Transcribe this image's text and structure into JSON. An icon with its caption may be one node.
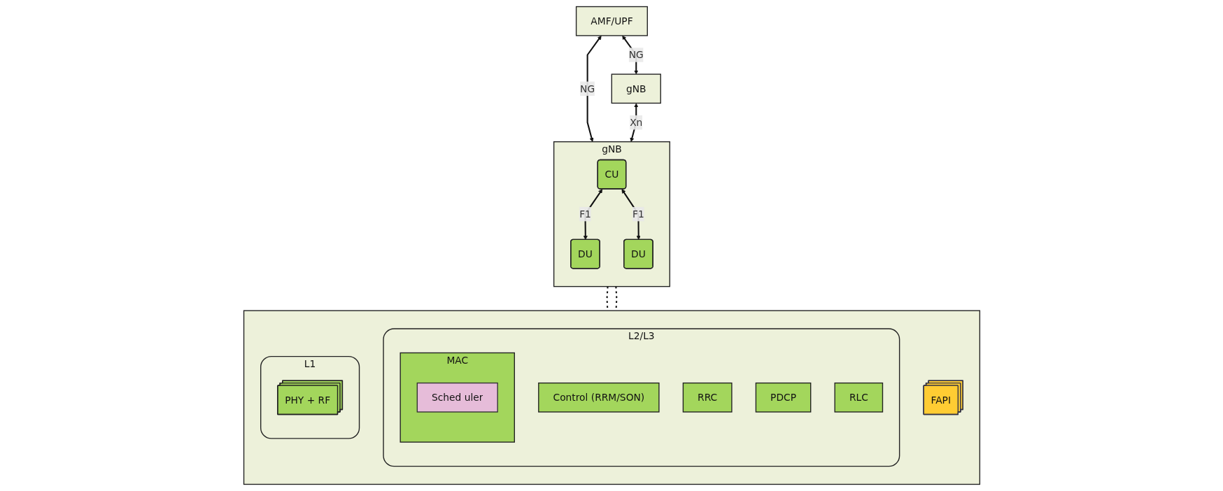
{
  "diagram": {
    "nodes": [
      {
        "text": [
          "AMF/UPF"
        ]
      },
      {
        "text": [
          "gNB"
        ]
      },
      {
        "text": [
          "gNB"
        ]
      },
      {
        "text": [
          "CU"
        ],
        "in": 2
      },
      {
        "text": [
          "DU"
        ],
        "in": 2
      },
      {
        "text": [
          "DU"
        ],
        "in": 2
      },
      {
        "text": [],
        "shape": "box"
      },
      {
        "text": [
          "L2/L3"
        ],
        "in": 6
      },
      {
        "text": [
          "Control (RRM/SON)"
        ],
        "in": 7
      },
      {
        "text": [
          "RRC"
        ],
        "in": 7
      },
      {
        "text": [
          "PDCP"
        ],
        "in": 7
      },
      {
        "text": [
          "RLC"
        ],
        "in": 7
      },
      {
        "text": [
          "MAC"
        ],
        "in": 7
      },
      {
        "text": [
          "Sched uler"
        ],
        "in": 12
      },
      {
        "text": [
          "FAPI"
        ],
        "in": 6
      },
      {
        "text": [
          "L1"
        ],
        "in": 6
      },
      {
        "text": [
          "PHY + RF"
        ],
        "in": 15
      }
    ],
    "edges": [
      {
        "from": 0,
        "to": 1,
        "arrow": "both",
        "label": "NG"
      },
      {
        "from": 0,
        "to": 2,
        "arrow": "both",
        "label": "NG"
      },
      {
        "from": 1,
        "to": 2,
        "arrow": "both",
        "label": "Xn"
      },
      {
        "from": 3,
        "to": 4,
        "arrow": "both",
        "label": "F1"
      },
      {
        "from": 3,
        "to": 5,
        "arrow": "both",
        "label": "F1"
      },
      {
        "from": 2,
        "to": 6,
        "arrow": "none",
        "style": "dashed"
      },
      {
        "from": 2,
        "to": 6,
        "arrow": "none",
        "style": "dashed"
      }
    ]
  }
}
